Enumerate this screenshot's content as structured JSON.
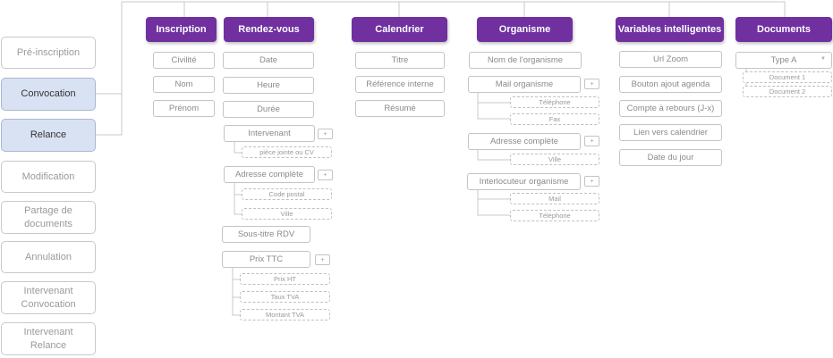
{
  "left_menu": [
    {
      "label": "Pré-inscription",
      "active": false
    },
    {
      "label": "Convocation",
      "active": true
    },
    {
      "label": "Relance",
      "active": true
    },
    {
      "label": "Modification",
      "active": false
    },
    {
      "label": "Partage de documents",
      "active": false
    },
    {
      "label": "Annulation",
      "active": false
    },
    {
      "label": "Intervenant Convocation",
      "active": false
    },
    {
      "label": "Intervenant Relance",
      "active": false
    }
  ],
  "columns": {
    "inscription": {
      "title": "Inscription",
      "fields": [
        "Civilité",
        "Nom",
        "Prénom"
      ]
    },
    "rendezvous": {
      "title": "Rendez-vous",
      "fields": [
        "Date",
        "Heure",
        "Durée"
      ],
      "intervenant": {
        "label": "Intervenant",
        "sub": [
          "pièce jointe ou CV"
        ]
      },
      "adresse": {
        "label": "Adresse complète",
        "sub": [
          "Code postal",
          "Ville"
        ]
      },
      "soustitre": "Sous-titre RDV",
      "prix": {
        "label": "Prix TTC",
        "sub": [
          "Prix HT",
          "Taux TVA",
          "Montant TVA"
        ]
      }
    },
    "calendrier": {
      "title": "Calendrier",
      "fields": [
        "Titre",
        "Référence interne",
        "Résumé"
      ]
    },
    "organisme": {
      "title": "Organisme",
      "nom": "Nom de l'organisme",
      "mail": {
        "label": "Mail organisme",
        "sub": [
          "Téléphone",
          "Fax"
        ]
      },
      "adresse": {
        "label": "Adresse complète",
        "sub": [
          "Ville"
        ]
      },
      "interlocuteur": {
        "label": "Interlocuteur organisme",
        "sub": [
          "Mail",
          "Téléphone"
        ]
      }
    },
    "variables": {
      "title": "Variables intelligentes",
      "fields": [
        "Url Zoom",
        "Bouton ajout agenda",
        "Compte à rebours (J-x)",
        "Lien vers calendrier",
        "Date du jour"
      ]
    },
    "documents": {
      "title": "Documents",
      "select": "Type A",
      "sub": [
        "Document 1",
        "Document 2"
      ]
    }
  },
  "plus_glyph": "+",
  "caret_glyph": "▼"
}
